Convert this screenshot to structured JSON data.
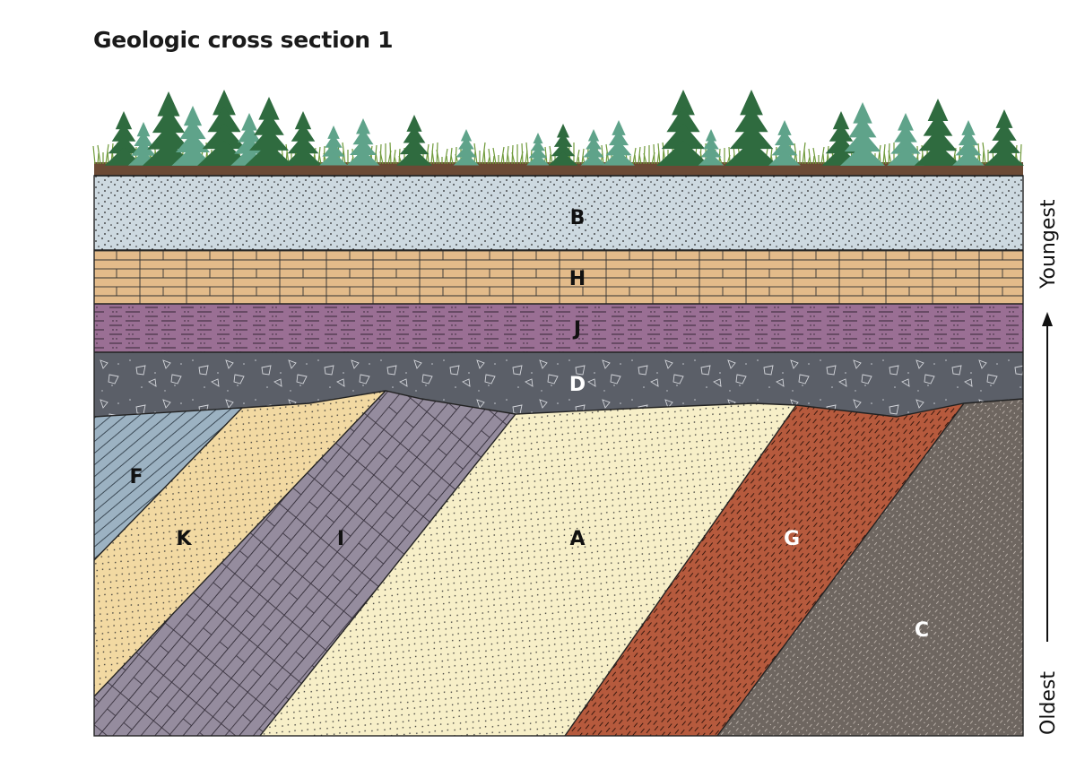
{
  "title": "Geologic cross section 1",
  "age_axis": {
    "top_label": "Youngest",
    "bottom_label": "Oldest"
  },
  "horizontal_layers": [
    {
      "id": "B",
      "label": "B",
      "pattern": "sandstone-dots",
      "color": "#cdd9e0"
    },
    {
      "id": "H",
      "label": "H",
      "pattern": "limestone-bricks",
      "color": "#e3bb8a"
    },
    {
      "id": "J",
      "label": "J",
      "pattern": "shale-dashes",
      "color": "#9a6f94"
    },
    {
      "id": "D",
      "label": "D",
      "pattern": "conglomerate-fragments",
      "color": "#5b5f68"
    }
  ],
  "tilted_layers": [
    {
      "id": "F",
      "label": "F",
      "pattern": "diagonal-lines",
      "color": "#9cb2c2"
    },
    {
      "id": "K",
      "label": "K",
      "pattern": "sandstone-dots",
      "color": "#f2d9a2"
    },
    {
      "id": "I",
      "label": "I",
      "pattern": "limestone-bricks",
      "color": "#958c9e"
    },
    {
      "id": "A",
      "label": "A",
      "pattern": "sandstone-dots",
      "color": "#f7efc8"
    },
    {
      "id": "G",
      "label": "G",
      "pattern": "shale-dashes",
      "color": "#b65a3d"
    },
    {
      "id": "C",
      "label": "C",
      "pattern": "siltstone-dashes",
      "color": "#6e6660"
    }
  ],
  "colors": {
    "outline": "#222222",
    "soil": "#6b4a35",
    "tree_dark": "#2f6b3f",
    "tree_light": "#5fa38a",
    "grass": "#6f9a3a",
    "label_light": "#ffffff",
    "label_dark": "#111111"
  },
  "icons": [
    "conifer-tree-icon",
    "grass-icon",
    "arrow-up-icon"
  ]
}
